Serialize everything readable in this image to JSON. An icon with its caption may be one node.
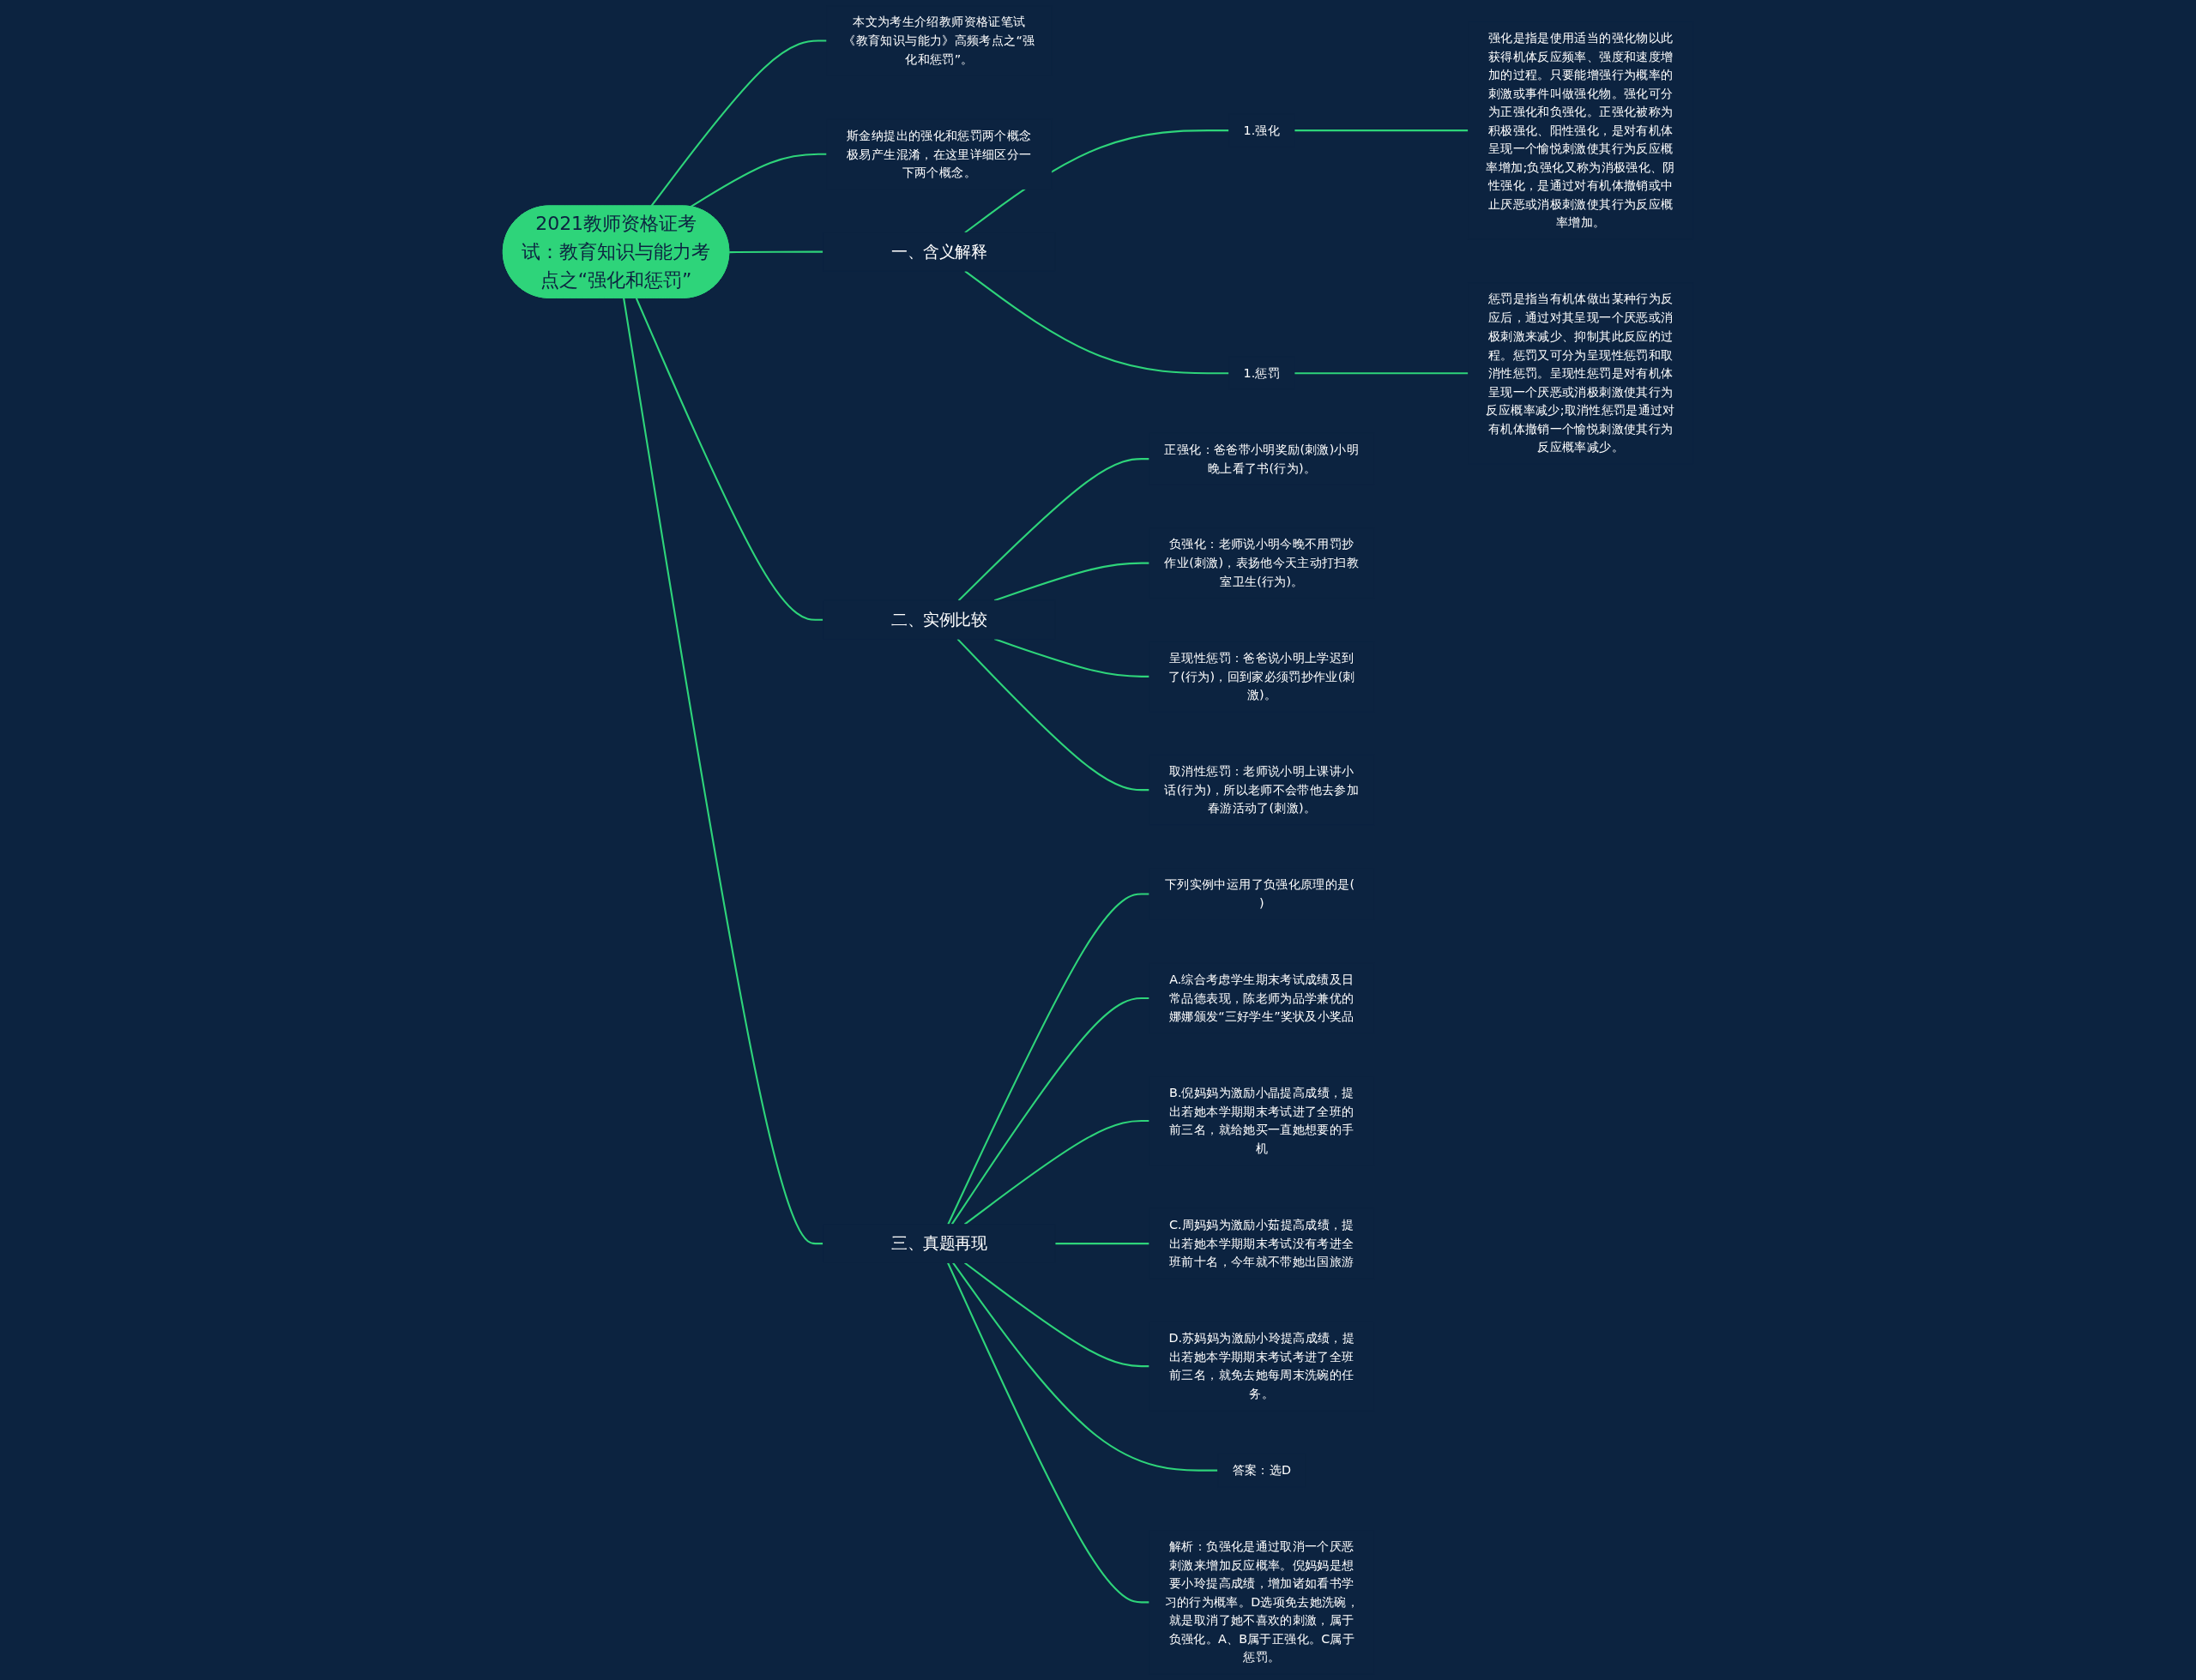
{
  "diagram": {
    "nodes": [
      {
        "text": [
          "2021教师资格证考试：教育知识与能力考点之“强化和惩罚”"
        ]
      },
      {
        "text": [
          "本文为考生介绍教师资格证笔试《教育知识与能力》高频考点之“强化和惩罚”。"
        ]
      },
      {
        "text": [
          "斯金纳提出的强化和惩罚两个概念极易产生混淆，在这里详细区分一下两个概念。"
        ]
      },
      {
        "text": [
          "一、含义解释"
        ]
      },
      {
        "text": [
          "1.强化"
        ]
      },
      {
        "text": [
          "强化是指是使用适当的强化物以此获得机体反应频率、强度和速度增加的过程。只要能增强行为概率的刺激或事件叫做强化物。强化可分为正强化和负强化。正强化被称为积极强化、阳性强化，是对有机体呈现一个愉悦刺激使其行为反应概率增加;负强化又称为消极强化、阴性强化，是通过对有机体撤销或中止厌恶或消极刺激使其行为反应概率增加。"
        ]
      },
      {
        "text": [
          "1.惩罚"
        ]
      },
      {
        "text": [
          "惩罚是指当有机体做出某种行为反应后，通过对其呈现一个厌恶或消极刺激来减少、抑制其此反应的过程。惩罚又可分为呈现性惩罚和取消性惩罚。呈现性惩罚是对有机体呈现一个厌恶或消极刺激使其行为反应概率减少;取消性惩罚是通过对有机体撤销一个愉悦刺激使其行为反应概率减少。"
        ]
      },
      {
        "text": [
          "二、实例比较"
        ]
      },
      {
        "text": [
          "正强化：爸爸带小明奖励(刺激)小明晚上看了书(行为)。"
        ]
      },
      {
        "text": [
          "负强化：老师说小明今晚不用罚抄作业(刺激)，表扬他今天主动打扫教室卫生(行为)。"
        ]
      },
      {
        "text": [
          "呈现性惩罚：爸爸说小明上学迟到了(行为)，回到家必须罚抄作业(刺激)。"
        ]
      },
      {
        "text": [
          "取消性惩罚：老师说小明上课讲小话(行为)，所以老师不会带他去参加春游活动了(刺激)。"
        ]
      },
      {
        "text": [
          "三、真题再现"
        ]
      },
      {
        "text": [
          "下列实例中运用了负强化原理的是( )"
        ]
      },
      {
        "text": [
          "A.综合考虑学生期末考试成绩及日常品德表现，陈老师为品学兼优的娜娜颁发“三好学生”奖状及小奖品"
        ]
      },
      {
        "text": [
          "B.倪妈妈为激励小晶提高成绩，提出若她本学期期末考试进了全班的前三名，就给她买一直她想要的手机"
        ]
      },
      {
        "text": [
          "C.周妈妈为激励小茹提高成绩，提出若她本学期期末考试没有考进全班前十名，今年就不带她出国旅游"
        ]
      },
      {
        "text": [
          "D.苏妈妈为激励小玲提高成绩，提出若她本学期期末考试考进了全班前三名，就免去她每周末洗碗的任务。"
        ]
      },
      {
        "text": [
          "答案：选D"
        ]
      },
      {
        "text": [
          "解析：负强化是通过取消一个厌恶刺激来增加反应概率。倪妈妈是想要小玲提高成绩，增加诸如看书学习的行为概率。D选项免去她洗碗，就是取消了她不喜欢的刺激，属于负强化。A、B属于正强化。C属于惩罚。"
        ]
      }
    ],
    "edges": [
      {
        "from": 0,
        "to": 1,
        "arrow": "none"
      },
      {
        "from": 0,
        "to": 2,
        "arrow": "none"
      },
      {
        "from": 0,
        "to": 3,
        "arrow": "none"
      },
      {
        "from": 3,
        "to": 4,
        "arrow": "none"
      },
      {
        "from": 4,
        "to": 5,
        "arrow": "none"
      },
      {
        "from": 3,
        "to": 6,
        "arrow": "none"
      },
      {
        "from": 6,
        "to": 7,
        "arrow": "none"
      },
      {
        "from": 0,
        "to": 8,
        "arrow": "none"
      },
      {
        "from": 8,
        "to": 9,
        "arrow": "none"
      },
      {
        "from": 8,
        "to": 10,
        "arrow": "none"
      },
      {
        "from": 8,
        "to": 11,
        "arrow": "none"
      },
      {
        "from": 8,
        "to": 12,
        "arrow": "none"
      },
      {
        "from": 0,
        "to": 13,
        "arrow": "none"
      },
      {
        "from": 13,
        "to": 14,
        "arrow": "none"
      },
      {
        "from": 13,
        "to": 15,
        "arrow": "none"
      },
      {
        "from": 13,
        "to": 16,
        "arrow": "none"
      },
      {
        "from": 13,
        "to": 17,
        "arrow": "none"
      },
      {
        "from": 13,
        "to": 18,
        "arrow": "none"
      },
      {
        "from": 13,
        "to": 19,
        "arrow": "none"
      },
      {
        "from": 13,
        "to": 20,
        "arrow": "none"
      }
    ]
  }
}
